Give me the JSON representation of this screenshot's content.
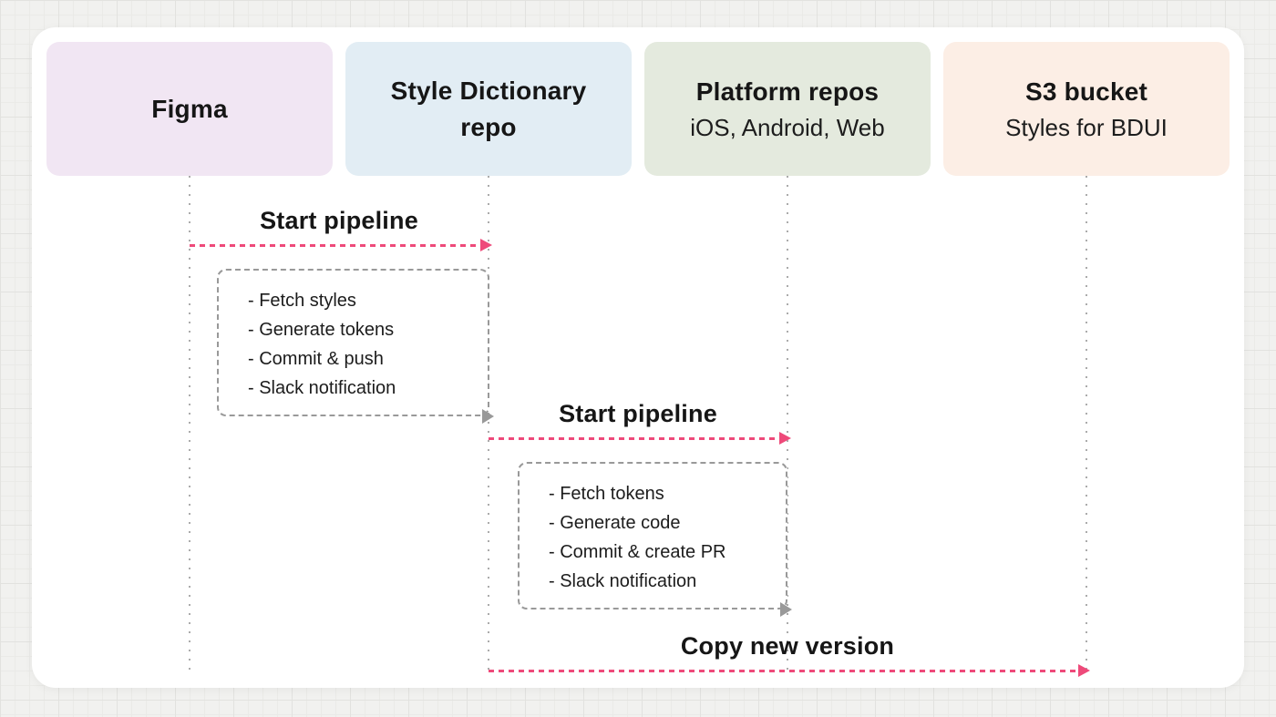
{
  "diagram": {
    "actors": [
      {
        "title": "Figma",
        "color": "#f1e6f3"
      },
      {
        "title": "Style Dictionary repo",
        "color": "#e2edf4"
      },
      {
        "title": "Platform repos",
        "subtitle": "iOS, Android, Web",
        "color": "#e4eade"
      },
      {
        "title": "S3 bucket",
        "subtitle": "Styles for BDUI",
        "color": "#fceee5"
      }
    ],
    "messages": [
      {
        "label": "Start pipeline"
      },
      {
        "label": "Start pipeline"
      },
      {
        "label": "Copy new version"
      }
    ],
    "task_groups": [
      {
        "items": [
          "- Fetch styles",
          "- Generate tokens",
          "- Commit & push",
          "- Slack notification"
        ]
      },
      {
        "items": [
          "- Fetch tokens",
          "- Generate code",
          "- Commit & create PR",
          "- Slack notification"
        ]
      }
    ],
    "colors": {
      "arrow_pink": "#ee4a7a",
      "dashed_gray": "#999999",
      "lifeline_gray": "#ababab",
      "canvas_white": "#ffffff",
      "background_gray": "#f1f1ef"
    }
  }
}
